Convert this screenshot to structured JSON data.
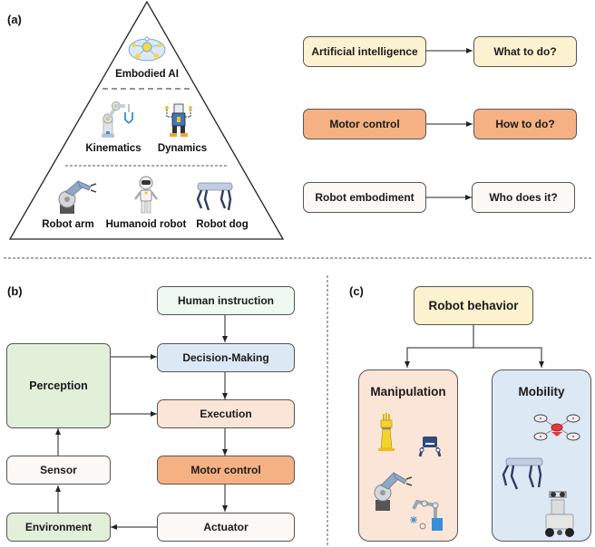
{
  "panel_a": {
    "label": "(a)",
    "pyramid": {
      "top": {
        "label": "Embodied AI",
        "icon": "neural-network-icon"
      },
      "middle": [
        {
          "label": "Kinematics",
          "icon": "robot-arm-kinematics-icon"
        },
        {
          "label": "Dynamics",
          "icon": "robot-dynamics-icon"
        }
      ],
      "bottom": [
        {
          "label": "Robot arm",
          "icon": "industrial-robot-arm-icon"
        },
        {
          "label": "Humanoid robot",
          "icon": "humanoid-robot-icon"
        },
        {
          "label": "Robot dog",
          "icon": "robot-dog-icon"
        }
      ]
    },
    "mappings": [
      {
        "from": "Artificial intelligence",
        "to": "What to do?",
        "color": "#fdf2cf"
      },
      {
        "from": "Motor control",
        "to": "How to do?",
        "color": "#f5b183"
      },
      {
        "from": "Robot embodiment",
        "to": "Who does it?",
        "color": "#fbf8f6"
      }
    ]
  },
  "panel_b": {
    "label": "(b)",
    "nodes": {
      "human_instruction": {
        "label": "Human instruction",
        "color": "#eef9f1"
      },
      "decision_making": {
        "label": "Decision-Making",
        "color": "#dde8f5"
      },
      "execution": {
        "label": "Execution",
        "color": "#fbe5d6"
      },
      "motor_control": {
        "label": "Motor control",
        "color": "#f5b183"
      },
      "actuator": {
        "label": "Actuator",
        "color": "#fbf8f6"
      },
      "perception": {
        "label": "Perception",
        "color": "#e2efd9"
      },
      "sensor": {
        "label": "Sensor",
        "color": "#fbf8f6"
      },
      "environment": {
        "label": "Environment",
        "color": "#e2efd9"
      }
    }
  },
  "panel_c": {
    "label": "(c)",
    "root": {
      "label": "Robot behavior",
      "color": "#fdf2cf"
    },
    "children": [
      {
        "label": "Manipulation",
        "color": "#fbe5d6",
        "icons": [
          "robotic-hand-icon",
          "gripper-robot-icon",
          "industrial-robot-arm-icon",
          "welding-robot-icon"
        ]
      },
      {
        "label": "Mobility",
        "color": "#dde8f5",
        "icons": [
          "drone-icon",
          "robot-dog-icon",
          "wheeled-robot-icon"
        ]
      }
    ]
  }
}
